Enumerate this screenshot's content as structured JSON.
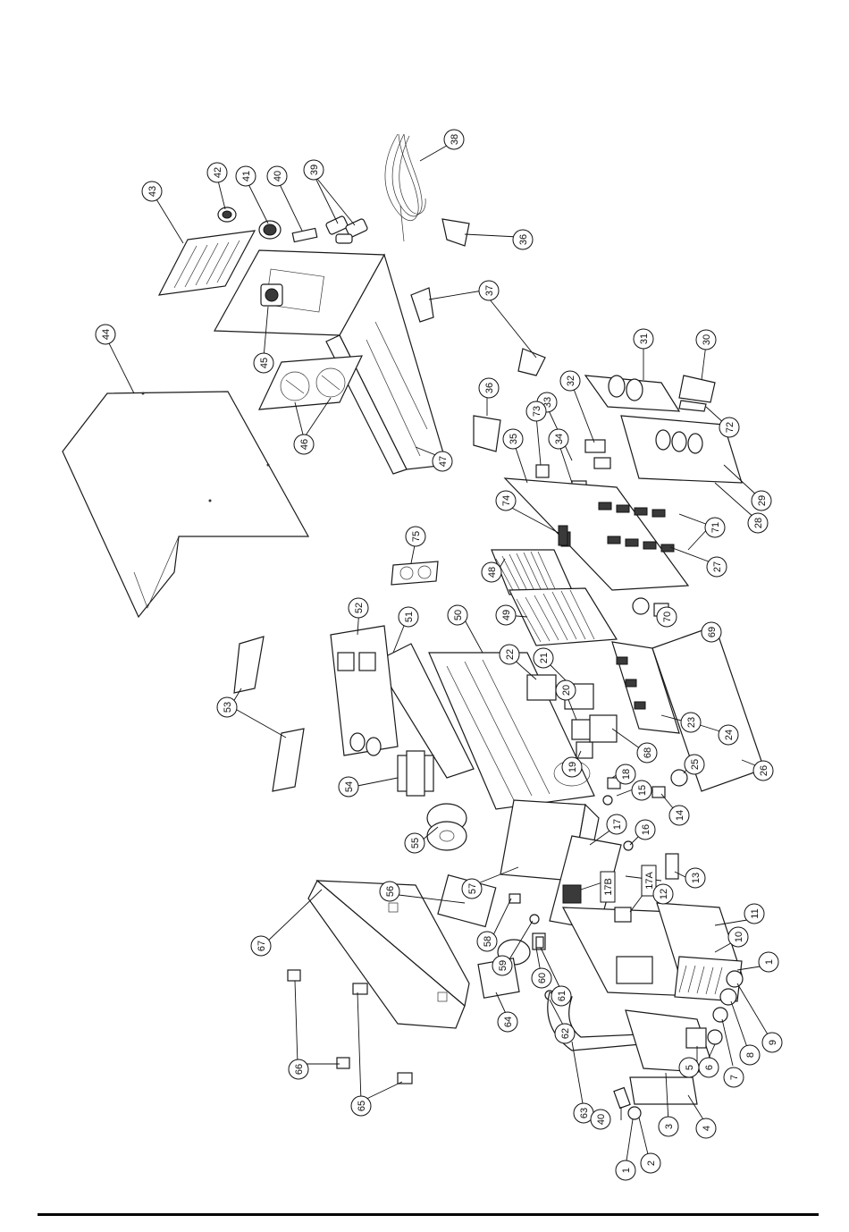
{
  "callouts": {
    "c38": "38",
    "c39": "39",
    "c40a": "40",
    "c41": "41",
    "c42": "42",
    "c43": "43",
    "c44": "44",
    "c45": "45",
    "c46": "46",
    "c47": "47",
    "c37": "37",
    "c36a": "36",
    "c36b": "36",
    "c31": "31",
    "c30": "30",
    "c72": "72",
    "c32": "32",
    "c33": "33",
    "c34": "34",
    "c35": "35",
    "c73": "73",
    "c74": "74",
    "c75": "75",
    "c71": "71",
    "c27": "27",
    "c28": "28",
    "c29": "29",
    "c48": "48",
    "c49": "49",
    "c50": "50",
    "c51": "51",
    "c52": "52",
    "c53": "53",
    "c54": "54",
    "c55": "55",
    "c56": "56",
    "c57": "57",
    "c58": "58",
    "c59": "59",
    "c60": "60",
    "c61": "61",
    "c62": "62",
    "c63": "63",
    "c64": "64",
    "c65": "65",
    "c66": "66",
    "c67": "67",
    "c68": "68",
    "c69": "69",
    "c70": "70",
    "c22": "22",
    "c21": "21",
    "c20": "20",
    "c19": "19",
    "c23": "23",
    "c24": "24",
    "c25": "25",
    "c26": "26",
    "c18": "18",
    "c15": "15",
    "c14": "14",
    "c16": "16",
    "c17": "17",
    "c17a": "17A",
    "c17b": "17B",
    "c12": "12",
    "c13": "13",
    "c11": "11",
    "c10": "10",
    "c1a": "1",
    "c9": "9",
    "c8": "8",
    "c7": "7",
    "c6": "6",
    "c5": "5",
    "c4": "4",
    "c3": "3",
    "c2": "2",
    "c1b": "1",
    "c40b": "40"
  },
  "colors": {
    "ink": "#1a1a1a",
    "paper": "#ffffff",
    "rule": "#000000"
  }
}
